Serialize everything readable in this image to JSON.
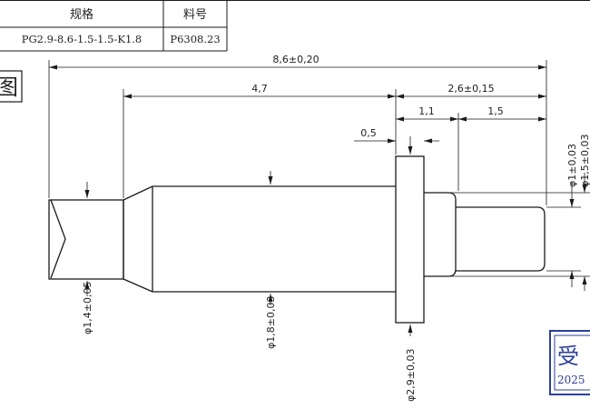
{
  "spec_table": {
    "header_spec": "规格",
    "header_part": "料号",
    "spec_value": "PG2.9-8.6-1.5-1.5-K1.8",
    "part_value": "P6308.23"
  },
  "corner_char": "图",
  "dimensions": {
    "overall_length": "8,6±0,20",
    "body_length": "4,7",
    "tip_length": "2,6±0,15",
    "collar_offset": "1,1",
    "plunger_length": "1,5",
    "flange_thickness": "0,5",
    "tip_dia_inner": "φ1±0,03",
    "tip_dia_outer": "φ1,5±0,03",
    "tail_dia": "φ1,4±0,05",
    "body_dia": "φ1,8±0,03",
    "flange_dia": "φ2,9±0,03"
  },
  "stamp": {
    "char": "受",
    "year": "2025"
  },
  "colors": {
    "line": "#1a1a1a",
    "stamp": "#2b3f9a"
  }
}
